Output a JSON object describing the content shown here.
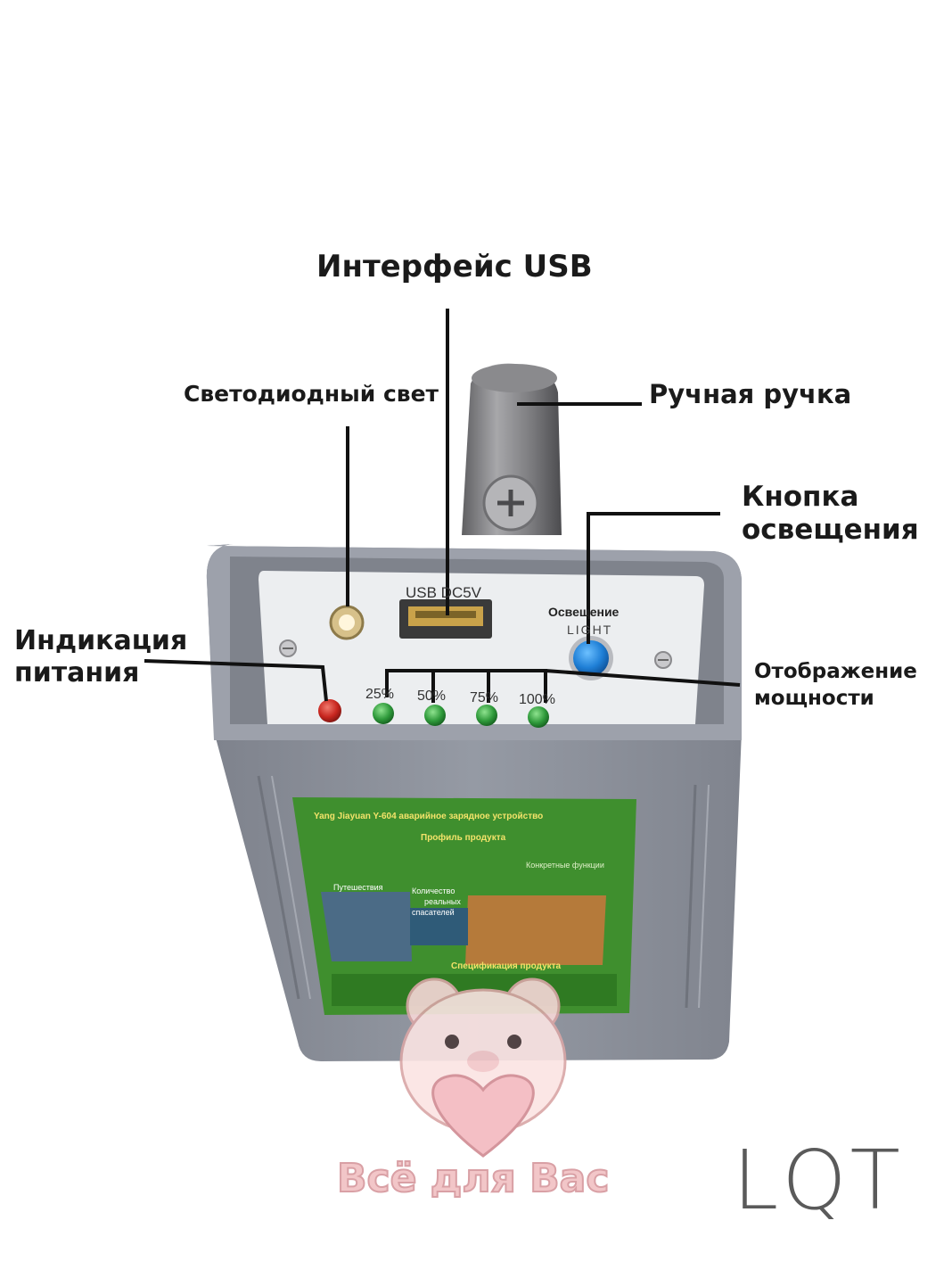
{
  "callouts": {
    "usb": "Интерфейс USB",
    "led": "Светодиодный свет",
    "handle": "Ручная ручка",
    "light_button_line1": "Кнопка",
    "light_button_line2": "освещения",
    "power_ind_line1": "Индикация",
    "power_ind_line2": "питания",
    "power_disp_line1": "Отображение",
    "power_disp_line2": "мощности"
  },
  "panel": {
    "usb_label": "USB DC5V",
    "light_ru": "Освещение",
    "light_en": "LIGHT",
    "levels": [
      "25%",
      "50%",
      "75%",
      "100%"
    ]
  },
  "sticker": {
    "title": "Yang Jiayuan Y-604 аварийное зарядное устройство",
    "subtitle": "Профиль продукта",
    "functions": "Конкретные функции",
    "travel": "Путешествия",
    "quantity_line1": "Количество",
    "quantity_line2": "реальных",
    "quantity_line3": "спасателей",
    "specs": "Спецификация продукта"
  },
  "watermark": {
    "text": "Всё для Вас"
  },
  "brand": {
    "logo": "LQT"
  },
  "colors": {
    "case": "#8e929c",
    "panel": "#eceef0",
    "sticker": "#3f8f2e",
    "led_red": "#c8261f",
    "led_green": "#2f9a3b",
    "button_blue": "#1f7fd6",
    "watermark": "#f2c6c8"
  }
}
